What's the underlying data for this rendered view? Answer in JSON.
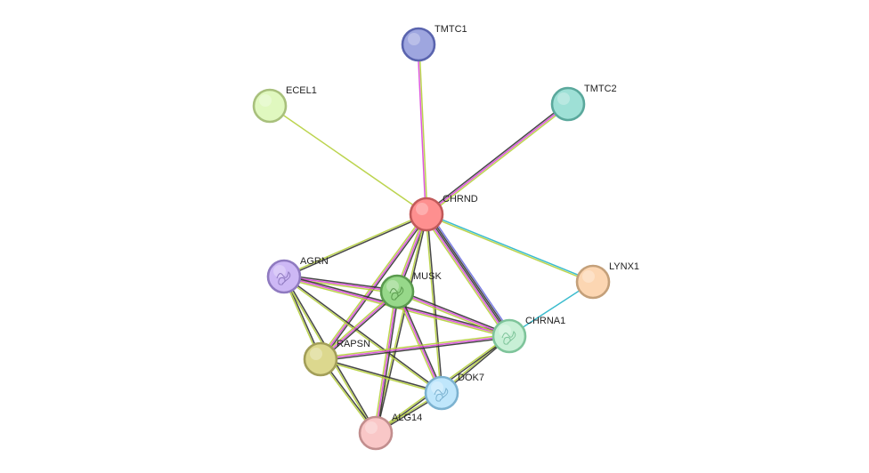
{
  "nodes": [
    {
      "id": "TMTC1",
      "label": "TMTC1",
      "fill": "#9ea6df",
      "stroke": "#5a64ae",
      "structure": false
    },
    {
      "id": "ECEL1",
      "label": "ECEL1",
      "fill": "#e0f8bf",
      "stroke": "#a8c07c",
      "structure": false
    },
    {
      "id": "TMTC2",
      "label": "TMTC2",
      "fill": "#9ee0d6",
      "stroke": "#5aa89c",
      "structure": false
    },
    {
      "id": "CHRND",
      "label": "CHRND",
      "fill": "#fe8f8f",
      "stroke": "#c25a5a",
      "structure": false
    },
    {
      "id": "LYNX1",
      "label": "LYNX1",
      "fill": "#fcd6b2",
      "stroke": "#c4a07a",
      "structure": false
    },
    {
      "id": "AGRN",
      "label": "AGRN",
      "fill": "#cdb8f5",
      "stroke": "#8f7ac0",
      "structure": true
    },
    {
      "id": "MUSK",
      "label": "MUSK",
      "fill": "#97d88a",
      "stroke": "#5a9a4e",
      "structure": true
    },
    {
      "id": "CHRNA1",
      "label": "CHRNA1",
      "fill": "#c8f0d6",
      "stroke": "#7ec49a",
      "structure": true
    },
    {
      "id": "RAPSN",
      "label": "RAPSN",
      "fill": "#dcd88e",
      "stroke": "#a29e58",
      "structure": false
    },
    {
      "id": "DOK7",
      "label": "DOK7",
      "fill": "#bfe6fb",
      "stroke": "#7cb2d0",
      "structure": true
    },
    {
      "id": "ALG14",
      "label": "ALG14",
      "fill": "#f9c7c7",
      "stroke": "#c28e8e",
      "structure": false
    }
  ],
  "edges": [
    {
      "source": "CHRND",
      "target": "TMTC1",
      "colors": [
        "#d946d9",
        "#b5cf3c"
      ]
    },
    {
      "source": "CHRND",
      "target": "ECEL1",
      "colors": [
        "#b5cf3c"
      ]
    },
    {
      "source": "CHRND",
      "target": "TMTC2",
      "colors": [
        "#333333",
        "#d946d9",
        "#b5cf3c"
      ]
    },
    {
      "source": "CHRND",
      "target": "LYNX1",
      "colors": [
        "#26b5c9",
        "#b5cf3c"
      ]
    },
    {
      "source": "CHRND",
      "target": "AGRN",
      "colors": [
        "#333333",
        "#b5cf3c"
      ]
    },
    {
      "source": "CHRND",
      "target": "MUSK",
      "colors": [
        "#333333",
        "#d946d9",
        "#b5cf3c"
      ]
    },
    {
      "source": "CHRND",
      "target": "CHRNA1",
      "colors": [
        "#6b6ee0",
        "#333333",
        "#333333",
        "#d946d9",
        "#b5cf3c"
      ]
    },
    {
      "source": "CHRND",
      "target": "RAPSN",
      "colors": [
        "#333333",
        "#d946d9",
        "#b5cf3c"
      ]
    },
    {
      "source": "CHRND",
      "target": "DOK7",
      "colors": [
        "#333333",
        "#b5cf3c"
      ]
    },
    {
      "source": "CHRND",
      "target": "ALG14",
      "colors": [
        "#333333",
        "#b5cf3c"
      ]
    },
    {
      "source": "LYNX1",
      "target": "CHRNA1",
      "colors": [
        "#26b5c9"
      ]
    },
    {
      "source": "AGRN",
      "target": "MUSK",
      "colors": [
        "#333333",
        "#d946d9",
        "#b5cf3c"
      ]
    },
    {
      "source": "AGRN",
      "target": "CHRNA1",
      "colors": [
        "#333333",
        "#d946d9",
        "#b5cf3c"
      ]
    },
    {
      "source": "AGRN",
      "target": "RAPSN",
      "colors": [
        "#333333",
        "#b5cf3c"
      ]
    },
    {
      "source": "AGRN",
      "target": "DOK7",
      "colors": [
        "#333333",
        "#b5cf3c"
      ]
    },
    {
      "source": "AGRN",
      "target": "ALG14",
      "colors": [
        "#333333",
        "#b5cf3c"
      ]
    },
    {
      "source": "MUSK",
      "target": "CHRNA1",
      "colors": [
        "#333333",
        "#d946d9",
        "#b5cf3c"
      ]
    },
    {
      "source": "MUSK",
      "target": "RAPSN",
      "colors": [
        "#333333",
        "#d946d9",
        "#b5cf3c"
      ]
    },
    {
      "source": "MUSK",
      "target": "DOK7",
      "colors": [
        "#333333",
        "#d946d9",
        "#b5cf3c"
      ]
    },
    {
      "source": "MUSK",
      "target": "ALG14",
      "colors": [
        "#333333",
        "#d946d9",
        "#b5cf3c"
      ]
    },
    {
      "source": "CHRNA1",
      "target": "RAPSN",
      "colors": [
        "#333333",
        "#d946d9",
        "#b5cf3c"
      ]
    },
    {
      "source": "CHRNA1",
      "target": "DOK7",
      "colors": [
        "#333333",
        "#b5cf3c"
      ]
    },
    {
      "source": "CHRNA1",
      "target": "ALG14",
      "colors": [
        "#333333",
        "#b5cf3c"
      ]
    },
    {
      "source": "RAPSN",
      "target": "DOK7",
      "colors": [
        "#333333",
        "#b5cf3c"
      ]
    },
    {
      "source": "RAPSN",
      "target": "ALG14",
      "colors": [
        "#333333",
        "#b5cf3c"
      ]
    },
    {
      "source": "DOK7",
      "target": "ALG14",
      "colors": [
        "#333333",
        "#b5cf3c"
      ]
    }
  ]
}
